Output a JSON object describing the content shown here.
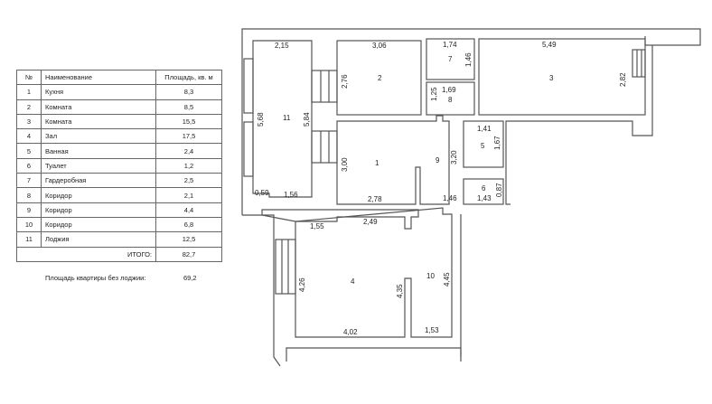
{
  "table": {
    "headers": {
      "num": "№",
      "name": "Наименование",
      "area": "Площадь, кв. м"
    },
    "rows": [
      {
        "num": "1",
        "name": "Кухня",
        "area": "8,3"
      },
      {
        "num": "2",
        "name": "Комната",
        "area": "8,5"
      },
      {
        "num": "3",
        "name": "Комната",
        "area": "15,5"
      },
      {
        "num": "4",
        "name": "Зал",
        "area": "17,5"
      },
      {
        "num": "5",
        "name": "Ванная",
        "area": "2,4"
      },
      {
        "num": "6",
        "name": "Туалет",
        "area": "1,2"
      },
      {
        "num": "7",
        "name": "Гардеробная",
        "area": "2,5"
      },
      {
        "num": "8",
        "name": "Коридор",
        "area": "2,1"
      },
      {
        "num": "9",
        "name": "Коридор",
        "area": "4,4"
      },
      {
        "num": "10",
        "name": "Коридор",
        "area": "6,8"
      },
      {
        "num": "11",
        "name": "Лоджия",
        "area": "12,5"
      }
    ],
    "total_label": "ИТОГО:",
    "total_value": "82,7"
  },
  "note": {
    "label": "Площадь квартиры без лоджии:",
    "value": "69,2"
  },
  "plan": {
    "rooms": {
      "r1": "1",
      "r2": "2",
      "r3": "3",
      "r4": "4",
      "r5": "5",
      "r6": "6",
      "r7": "7",
      "r8": "8",
      "r9": "9",
      "r10": "10",
      "r11": "11"
    },
    "dims": {
      "d11top": "2,15",
      "d11l": "5,68",
      "d11r": "5,84",
      "d11b1": "0,59",
      "d11b2": "1,56",
      "d2top": "3,06",
      "d2l": "2,76",
      "d7top": "1,74",
      "d7r": "1,46",
      "d8top": "1,69",
      "d8l": "1,25",
      "d3top": "5,49",
      "d3r": "2,82",
      "d1l": "3,00",
      "d1b": "2,78",
      "d9r": "3,20",
      "d9b": "1,46",
      "d5top": "1,41",
      "d5r": "1,67",
      "d6b": "1,43",
      "d6r": "0,87",
      "d4a": "1,55",
      "d4b": "2,49",
      "d4l": "4,26",
      "d4r": "4,35",
      "d4bot": "4,02",
      "d10r": "4,45",
      "d10b": "1,53"
    }
  }
}
